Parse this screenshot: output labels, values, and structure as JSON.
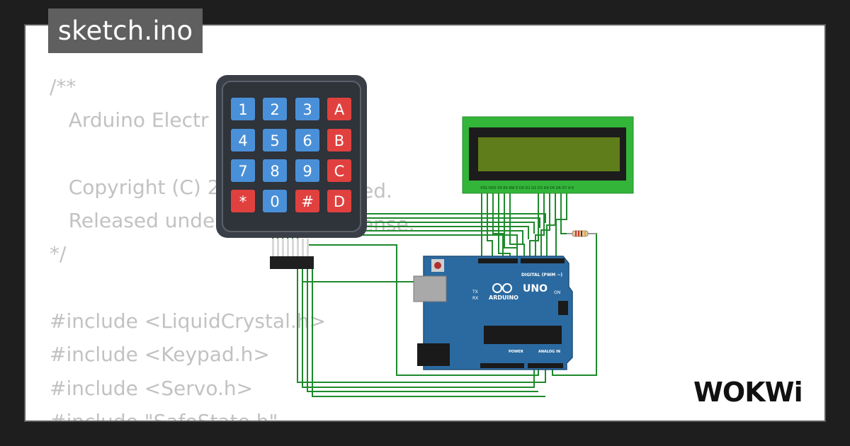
{
  "tab": {
    "filename": "sketch.ino"
  },
  "code_lines": [
    "/**",
    "   Arduino Electr",
    "",
    "   Copyright (C) 2",
    "   Released unde",
    "*/",
    "",
    "#include <LiquidCrystal.h>",
    "#include <Keypad.h>",
    "#include <Servo.h>",
    "#include \"SafeState.h\""
  ],
  "code_partial_right": {
    "line4": "ed.",
    "line5": "ense."
  },
  "keypad": {
    "keys": [
      "1",
      "2",
      "3",
      "A",
      "4",
      "5",
      "6",
      "B",
      "7",
      "8",
      "9",
      "C",
      "*",
      "0",
      "#",
      "D"
    ]
  },
  "arduino": {
    "brand": "ARDUINO",
    "model": "UNO",
    "on_label": "ON",
    "tx_label": "TX",
    "rx_label": "RX",
    "digital_label": "DIGITAL (PWM ~)",
    "power_label": "POWER",
    "analog_label": "ANALOG IN"
  },
  "lcd": {
    "pins_label": "VSS VDD V0 RS RW E D0 D1 D2 D3 D4 D5 D6 D7 A K"
  },
  "logo": {
    "text": "WOKWi"
  },
  "colors": {
    "background": "#1e1e1e",
    "card": "#ffffff",
    "tab": "#5f5f5f",
    "code_text": "#c2c2c2",
    "wire": "#1e8a2c",
    "key_blue": "#4a90d9",
    "key_red": "#e0413f",
    "board_blue": "#2b6aa0",
    "lcd_green": "#33b53a"
  }
}
